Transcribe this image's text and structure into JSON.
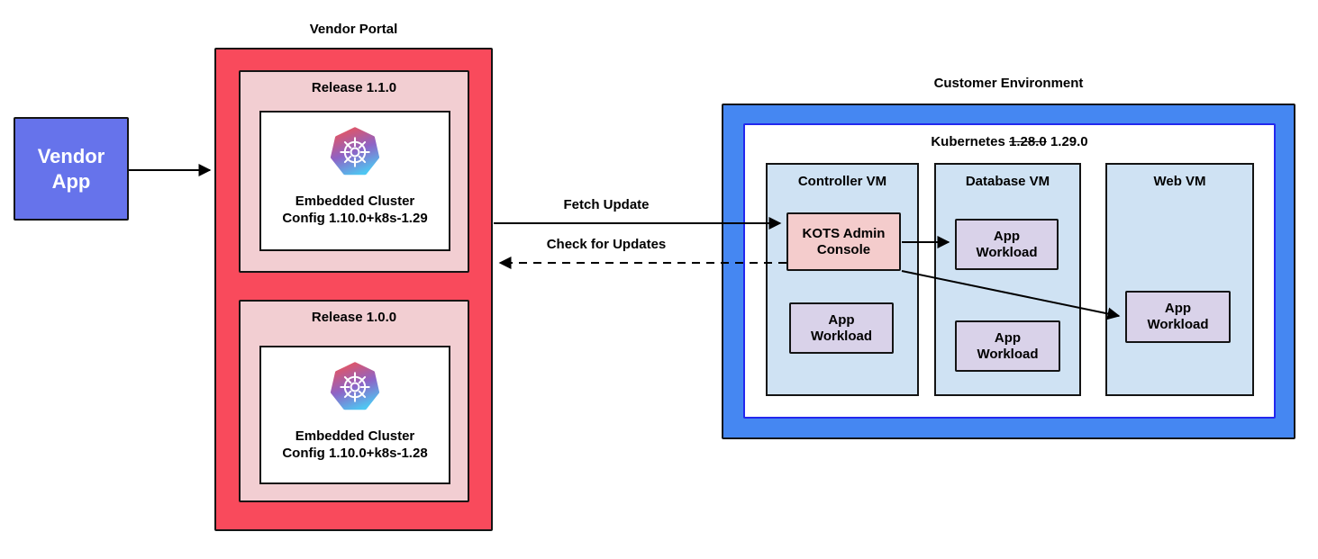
{
  "diagram": {
    "vendor_app": {
      "lines": [
        "Vendor",
        "App"
      ]
    },
    "vendor_portal": {
      "title": "Vendor Portal",
      "releases": [
        {
          "title": "Release 1.1.0",
          "icon": "kubernetes-icon",
          "config_lines": [
            "Embedded Cluster",
            "Config 1.10.0+k8s-1.29"
          ]
        },
        {
          "title": "Release 1.0.0",
          "icon": "kubernetes-icon",
          "config_lines": [
            "Embedded Cluster",
            "Config 1.10.0+k8s-1.28"
          ]
        }
      ]
    },
    "customer_environment": {
      "title": "Customer Environment",
      "kubernetes_label": {
        "prefix": "Kubernetes",
        "old_version": "1.28.0",
        "new_version": "1.29.0"
      },
      "vms": [
        {
          "title": "Controller VM",
          "components": [
            "KOTS Admin Console",
            "App Workload"
          ]
        },
        {
          "title": "Database VM",
          "components": [
            "App Workload",
            "App Workload"
          ]
        },
        {
          "title": "Web VM",
          "components": [
            "App Workload"
          ]
        }
      ],
      "kots_lines": [
        "KOTS Admin",
        "Console"
      ],
      "workload_lines": [
        "App",
        "Workload"
      ]
    },
    "arrows": [
      {
        "id": "vendor-app-to-vendor-portal",
        "label": "",
        "style": "solid",
        "from": "Vendor App",
        "to": "Vendor Portal"
      },
      {
        "id": "fetch-update",
        "label": "Fetch Update",
        "style": "solid",
        "from": "Vendor Portal",
        "to": "KOTS Admin Console"
      },
      {
        "id": "check-for-updates",
        "label": "Check for Updates",
        "style": "dashed",
        "from": "KOTS Admin Console",
        "to": "Vendor Portal"
      },
      {
        "id": "kots-to-database-app-workload",
        "label": "",
        "style": "solid",
        "from": "KOTS Admin Console",
        "to": "App Workload (Database VM)"
      },
      {
        "id": "kots-to-web-app-workload",
        "label": "",
        "style": "solid",
        "from": "KOTS Admin Console",
        "to": "App Workload (Web VM)"
      }
    ],
    "colors": {
      "vendor_app_fill": "#6673EB",
      "vendor_portal_fill": "#F94A5C",
      "release_fill": "#F2CED2",
      "customer_env_fill": "#4587F2",
      "inner_frame_border": "#2328EE",
      "vm_fill": "#CFE2F3",
      "kots_fill": "#F4CCCC",
      "workload_fill": "#D9D2E9",
      "arrow": "#000000",
      "kubernetes_icon_gradient": [
        "#E25565",
        "#8E63C6",
        "#4EC7F2"
      ]
    }
  }
}
